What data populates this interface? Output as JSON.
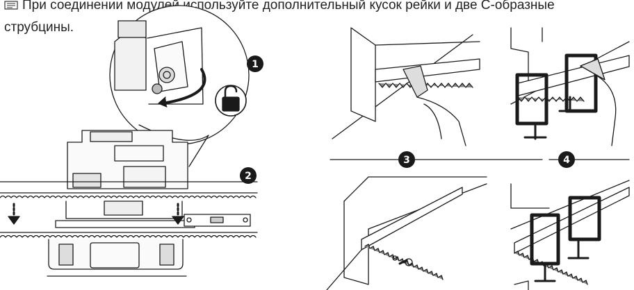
{
  "caption": {
    "line1": "При соединении модулей используйте дополнительный кусок рейки и две С-образные",
    "line2": "струбцины."
  },
  "steps": {
    "s1": "1",
    "s2": "2",
    "s3": "3",
    "s4": "4"
  },
  "icons": [
    "note-icon",
    "padlock-open-icon",
    "rotate-arrow-icon",
    "down-arrow-icon",
    "spirit-level-icon",
    "hand-icon",
    "c-clamp-icon",
    "screw-icon"
  ],
  "colors": {
    "ink": "#1a1a1a",
    "badge": "#1a1a1a",
    "badge_text": "#ffffff"
  }
}
